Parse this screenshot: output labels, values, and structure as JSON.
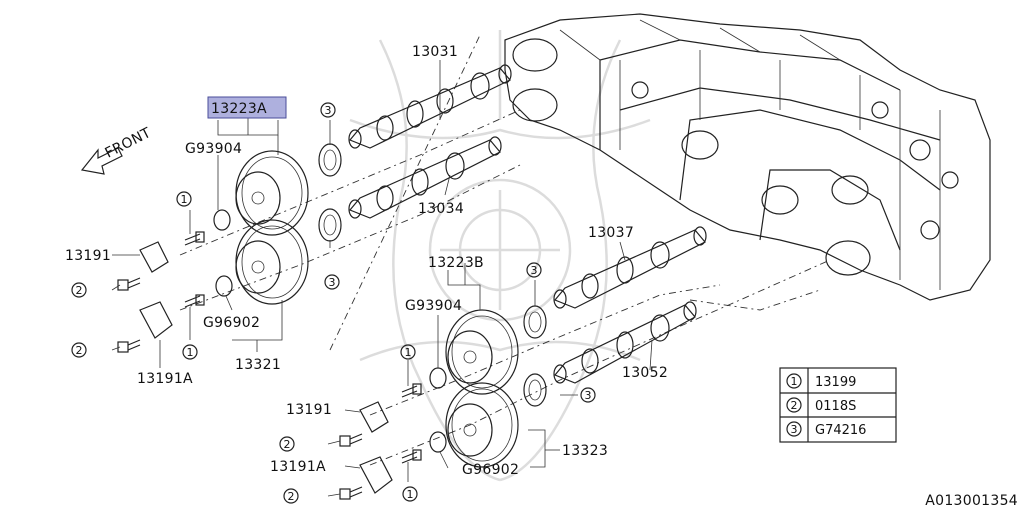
{
  "diagram": {
    "front_label": "FRONT",
    "catalog_code": "A013001354",
    "highlight_color": "#aeb0de",
    "part_labels": {
      "cam_sprocket_lh": "13223A",
      "cam_sprocket_rh": "13223B",
      "camshaft_1": "13031",
      "camshaft_2": "13034",
      "camshaft_3": "13037",
      "camshaft_4": "13052",
      "oring_a_left": "G93904",
      "oring_a_right": "G93904",
      "oring_b_left": "G96902",
      "oring_b_right": "G96902",
      "sprocket_assy_left": "13321",
      "sprocket_assy_right": "13323",
      "cover_left": "13191",
      "cover_left_a": "13191A",
      "cover_right": "13191",
      "cover_right_a": "13191A"
    },
    "callout_numbers": [
      "1",
      "2",
      "3"
    ]
  },
  "legend": {
    "rows": [
      {
        "num": "1",
        "part": "13199"
      },
      {
        "num": "2",
        "part": "0118S"
      },
      {
        "num": "3",
        "part": "G74216"
      }
    ]
  }
}
